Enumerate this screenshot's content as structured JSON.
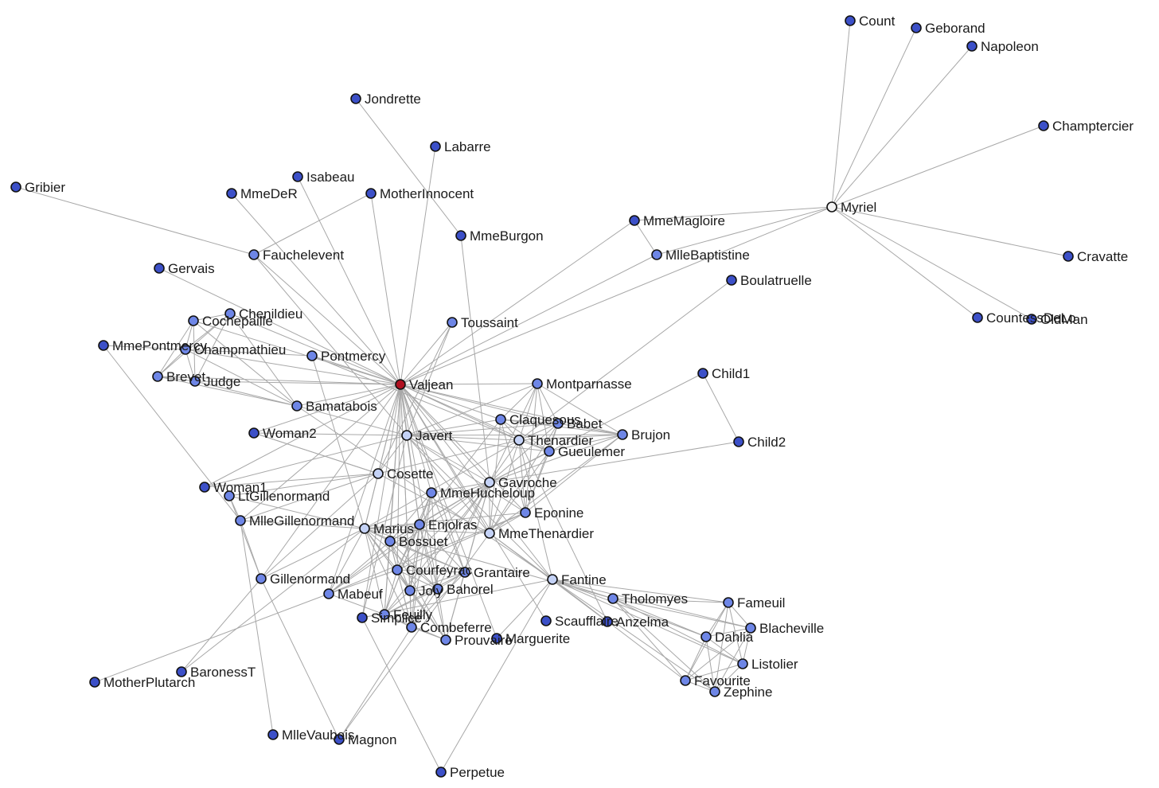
{
  "colors": {
    "dark": "#3c50c8",
    "medium": "#6e86e6",
    "light": "#c4d2f6",
    "pale": "#f2f2f2",
    "hub": "#b01020",
    "edge": "#a8a8a8"
  },
  "nodes": [
    {
      "id": "Count",
      "color": "dark"
    },
    {
      "id": "Geborand",
      "color": "dark"
    },
    {
      "id": "Napoleon",
      "color": "dark"
    },
    {
      "id": "Champtercier",
      "color": "dark"
    },
    {
      "id": "Cravatte",
      "color": "dark"
    },
    {
      "id": "CountessDeLo",
      "color": "dark"
    },
    {
      "id": "OldMan",
      "color": "dark"
    },
    {
      "id": "Myriel",
      "color": "pale"
    },
    {
      "id": "MmeMagloire",
      "color": "dark"
    },
    {
      "id": "MlleBaptistine",
      "color": "medium"
    },
    {
      "id": "Boulatruelle",
      "color": "dark"
    },
    {
      "id": "Child1",
      "color": "dark"
    },
    {
      "id": "Child2",
      "color": "dark"
    },
    {
      "id": "Jondrette",
      "color": "dark"
    },
    {
      "id": "Labarre",
      "color": "dark"
    },
    {
      "id": "Isabeau",
      "color": "dark"
    },
    {
      "id": "MmeDeR",
      "color": "dark"
    },
    {
      "id": "MotherInnocent",
      "color": "dark"
    },
    {
      "id": "MmeBurgon",
      "color": "dark"
    },
    {
      "id": "Gribier",
      "color": "dark"
    },
    {
      "id": "Fauchelevent",
      "color": "medium"
    },
    {
      "id": "Gervais",
      "color": "dark"
    },
    {
      "id": "Chenildieu",
      "color": "medium"
    },
    {
      "id": "Cochepaille",
      "color": "medium"
    },
    {
      "id": "MmePontmercy",
      "color": "dark"
    },
    {
      "id": "Champmathieu",
      "color": "medium"
    },
    {
      "id": "Brevet",
      "color": "medium"
    },
    {
      "id": "Judge",
      "color": "medium"
    },
    {
      "id": "Pontmercy",
      "color": "medium"
    },
    {
      "id": "Toussaint",
      "color": "medium"
    },
    {
      "id": "Valjean",
      "color": "hub"
    },
    {
      "id": "Bamatabois",
      "color": "medium"
    },
    {
      "id": "Woman2",
      "color": "dark"
    },
    {
      "id": "Javert",
      "color": "light"
    },
    {
      "id": "Montparnasse",
      "color": "medium"
    },
    {
      "id": "Claquesous",
      "color": "medium"
    },
    {
      "id": "Babet",
      "color": "medium"
    },
    {
      "id": "Thenardier",
      "color": "light"
    },
    {
      "id": "Brujon",
      "color": "medium"
    },
    {
      "id": "Gueulemer",
      "color": "medium"
    },
    {
      "id": "Cosette",
      "color": "light"
    },
    {
      "id": "Gavroche",
      "color": "light"
    },
    {
      "id": "Woman1",
      "color": "dark"
    },
    {
      "id": "LtGillenormand",
      "color": "medium"
    },
    {
      "id": "MmeHucheloup",
      "color": "medium"
    },
    {
      "id": "Eponine",
      "color": "medium"
    },
    {
      "id": "MlleGillenormand",
      "color": "medium"
    },
    {
      "id": "Marius",
      "color": "light"
    },
    {
      "id": "Enjolras",
      "color": "medium"
    },
    {
      "id": "MmeThenardier",
      "color": "light"
    },
    {
      "id": "Bossuet",
      "color": "medium"
    },
    {
      "id": "Courfeyrac",
      "color": "medium"
    },
    {
      "id": "Grantaire",
      "color": "medium"
    },
    {
      "id": "Fantine",
      "color": "light"
    },
    {
      "id": "Gillenormand",
      "color": "medium"
    },
    {
      "id": "Mabeuf",
      "color": "medium"
    },
    {
      "id": "Joly",
      "color": "medium"
    },
    {
      "id": "Bahorel",
      "color": "medium"
    },
    {
      "id": "Tholomyes",
      "color": "medium"
    },
    {
      "id": "Fameuil",
      "color": "medium"
    },
    {
      "id": "Simplice",
      "color": "dark"
    },
    {
      "id": "Feuilly",
      "color": "medium"
    },
    {
      "id": "Combeferre",
      "color": "medium"
    },
    {
      "id": "Scaufflaire",
      "color": "dark"
    },
    {
      "id": "Anzelma",
      "color": "dark"
    },
    {
      "id": "Blacheville",
      "color": "medium"
    },
    {
      "id": "Prouvaire",
      "color": "medium"
    },
    {
      "id": "Marguerite",
      "color": "dark"
    },
    {
      "id": "Dahlia",
      "color": "medium"
    },
    {
      "id": "Listolier",
      "color": "medium"
    },
    {
      "id": "Favourite",
      "color": "medium"
    },
    {
      "id": "Zephine",
      "color": "medium"
    },
    {
      "id": "BaronessT",
      "color": "dark"
    },
    {
      "id": "MotherPlutarch",
      "color": "dark"
    },
    {
      "id": "MlleVaubois",
      "color": "dark"
    },
    {
      "id": "Magnon",
      "color": "dark"
    },
    {
      "id": "Perpetue",
      "color": "dark"
    }
  ],
  "edges": [
    [
      "Myriel",
      "Count"
    ],
    [
      "Myriel",
      "Geborand"
    ],
    [
      "Myriel",
      "Napoleon"
    ],
    [
      "Myriel",
      "Champtercier"
    ],
    [
      "Myriel",
      "Cravatte"
    ],
    [
      "Myriel",
      "CountessDeLo"
    ],
    [
      "Myriel",
      "OldMan"
    ],
    [
      "Myriel",
      "MmeMagloire"
    ],
    [
      "Myriel",
      "MlleBaptistine"
    ],
    [
      "Myriel",
      "Valjean"
    ],
    [
      "MmeMagloire",
      "MlleBaptistine"
    ],
    [
      "MmeMagloire",
      "Valjean"
    ],
    [
      "MlleBaptistine",
      "Valjean"
    ],
    [
      "Boulatruelle",
      "Thenardier"
    ],
    [
      "Child1",
      "Child2"
    ],
    [
      "Child1",
      "Gavroche"
    ],
    [
      "Child2",
      "Gavroche"
    ],
    [
      "Jondrette",
      "MmeBurgon"
    ],
    [
      "MmeBurgon",
      "Gavroche"
    ],
    [
      "Labarre",
      "Valjean"
    ],
    [
      "Isabeau",
      "Valjean"
    ],
    [
      "MmeDeR",
      "Valjean"
    ],
    [
      "MotherInnocent",
      "Valjean"
    ],
    [
      "MotherInnocent",
      "Fauchelevent"
    ],
    [
      "Gribier",
      "Fauchelevent"
    ],
    [
      "Fauchelevent",
      "Valjean"
    ],
    [
      "Fauchelevent",
      "Javert"
    ],
    [
      "Gervais",
      "Valjean"
    ],
    [
      "Valjean",
      "Chenildieu"
    ],
    [
      "Valjean",
      "Cochepaille"
    ],
    [
      "Valjean",
      "Champmathieu"
    ],
    [
      "Valjean",
      "Brevet"
    ],
    [
      "Valjean",
      "Judge"
    ],
    [
      "Valjean",
      "Bamatabois"
    ],
    [
      "Valjean",
      "Woman2"
    ],
    [
      "Valjean",
      "Woman1"
    ],
    [
      "Valjean",
      "Toussaint"
    ],
    [
      "Valjean",
      "Javert"
    ],
    [
      "Valjean",
      "Thenardier"
    ],
    [
      "Valjean",
      "MmeThenardier"
    ],
    [
      "Valjean",
      "Cosette"
    ],
    [
      "Valjean",
      "Marius"
    ],
    [
      "Valjean",
      "Fantine"
    ],
    [
      "Valjean",
      "Gavroche"
    ],
    [
      "Valjean",
      "Simplice"
    ],
    [
      "Valjean",
      "Scaufflaire"
    ],
    [
      "Valjean",
      "Gillenormand"
    ],
    [
      "Valjean",
      "MlleGillenormand"
    ],
    [
      "Valjean",
      "Enjolras"
    ],
    [
      "Valjean",
      "Montparnasse"
    ],
    [
      "Valjean",
      "Claquesous"
    ],
    [
      "Valjean",
      "Babet"
    ],
    [
      "Valjean",
      "Gueulemer"
    ],
    [
      "Valjean",
      "Brujon"
    ],
    [
      "Valjean",
      "Eponine"
    ],
    [
      "Valjean",
      "Mabeuf"
    ],
    [
      "Valjean",
      "Bossuet"
    ],
    [
      "Valjean",
      "Courfeyrac"
    ],
    [
      "Valjean",
      "Joly"
    ],
    [
      "Valjean",
      "Combeferre"
    ],
    [
      "Valjean",
      "Feuilly"
    ],
    [
      "Valjean",
      "Bahorel"
    ],
    [
      "Valjean",
      "Grantaire"
    ],
    [
      "Valjean",
      "MmeHucheloup"
    ],
    [
      "Valjean",
      "Pontmercy"
    ],
    [
      "Valjean",
      "Marguerite"
    ],
    [
      "Chenildieu",
      "Cochepaille"
    ],
    [
      "Chenildieu",
      "Champmathieu"
    ],
    [
      "Chenildieu",
      "Brevet"
    ],
    [
      "Chenildieu",
      "Judge"
    ],
    [
      "Chenildieu",
      "Bamatabois"
    ],
    [
      "Cochepaille",
      "Champmathieu"
    ],
    [
      "Cochepaille",
      "Brevet"
    ],
    [
      "Cochepaille",
      "Judge"
    ],
    [
      "Cochepaille",
      "Bamatabois"
    ],
    [
      "Champmathieu",
      "Brevet"
    ],
    [
      "Champmathieu",
      "Judge"
    ],
    [
      "Champmathieu",
      "Bamatabois"
    ],
    [
      "Brevet",
      "Judge"
    ],
    [
      "Brevet",
      "Bamatabois"
    ],
    [
      "Judge",
      "Bamatabois"
    ],
    [
      "Bamatabois",
      "Javert"
    ],
    [
      "Bamatabois",
      "Fantine"
    ],
    [
      "MmePontmercy",
      "Pontmercy"
    ],
    [
      "Pontmercy",
      "Marius"
    ],
    [
      "Pontmercy",
      "Thenardier"
    ],
    [
      "Toussaint",
      "Javert"
    ],
    [
      "Toussaint",
      "Cosette"
    ],
    [
      "Woman2",
      "Javert"
    ],
    [
      "Woman2",
      "Cosette"
    ],
    [
      "Woman1",
      "Javert"
    ],
    [
      "Javert",
      "Thenardier"
    ],
    [
      "Javert",
      "MmeThenardier"
    ],
    [
      "Javert",
      "Fantine"
    ],
    [
      "Javert",
      "Cosette"
    ],
    [
      "Javert",
      "Gavroche"
    ],
    [
      "Javert",
      "Enjolras"
    ],
    [
      "Javert",
      "Montparnasse"
    ],
    [
      "Javert",
      "Claquesous"
    ],
    [
      "Javert",
      "Babet"
    ],
    [
      "Javert",
      "Gueulemer"
    ],
    [
      "Javert",
      "Brujon"
    ],
    [
      "Javert",
      "Eponine"
    ],
    [
      "Javert",
      "Simplice"
    ],
    [
      "Montparnasse",
      "Thenardier"
    ],
    [
      "Montparnasse",
      "Babet"
    ],
    [
      "Montparnasse",
      "Gueulemer"
    ],
    [
      "Montparnasse",
      "Claquesous"
    ],
    [
      "Montparnasse",
      "Brujon"
    ],
    [
      "Montparnasse",
      "Eponine"
    ],
    [
      "Montparnasse",
      "Gavroche"
    ],
    [
      "Claquesous",
      "Babet"
    ],
    [
      "Claquesous",
      "Gueulemer"
    ],
    [
      "Claquesous",
      "Thenardier"
    ],
    [
      "Claquesous",
      "Brujon"
    ],
    [
      "Claquesous",
      "Eponine"
    ],
    [
      "Claquesous",
      "Enjolras"
    ],
    [
      "Claquesous",
      "MmeThenardier"
    ],
    [
      "Babet",
      "Thenardier"
    ],
    [
      "Babet",
      "Gueulemer"
    ],
    [
      "Babet",
      "Brujon"
    ],
    [
      "Babet",
      "Eponine"
    ],
    [
      "Babet",
      "Gavroche"
    ],
    [
      "Babet",
      "MmeThenardier"
    ],
    [
      "Thenardier",
      "Gueulemer"
    ],
    [
      "Thenardier",
      "Brujon"
    ],
    [
      "Thenardier",
      "MmeThenardier"
    ],
    [
      "Thenardier",
      "Cosette"
    ],
    [
      "Thenardier",
      "Fantine"
    ],
    [
      "Thenardier",
      "Marius"
    ],
    [
      "Thenardier",
      "Eponine"
    ],
    [
      "Thenardier",
      "Gavroche"
    ],
    [
      "Thenardier",
      "Anzelma"
    ],
    [
      "Brujon",
      "Gueulemer"
    ],
    [
      "Brujon",
      "Gavroche"
    ],
    [
      "Brujon",
      "Eponine"
    ],
    [
      "Brujon",
      "MmeThenardier"
    ],
    [
      "Gueulemer",
      "Gavroche"
    ],
    [
      "Gueulemer",
      "Eponine"
    ],
    [
      "Gueulemer",
      "MmeThenardier"
    ],
    [
      "Cosette",
      "Marius"
    ],
    [
      "Cosette",
      "MmeThenardier"
    ],
    [
      "Cosette",
      "Gillenormand"
    ],
    [
      "Cosette",
      "MlleGillenormand"
    ],
    [
      "Cosette",
      "LtGillenormand"
    ],
    [
      "Cosette",
      "Woman2"
    ],
    [
      "Gavroche",
      "Marius"
    ],
    [
      "Gavroche",
      "Enjolras"
    ],
    [
      "Gavroche",
      "Bossuet"
    ],
    [
      "Gavroche",
      "Courfeyrac"
    ],
    [
      "Gavroche",
      "Joly"
    ],
    [
      "Gavroche",
      "Combeferre"
    ],
    [
      "Gavroche",
      "Feuilly"
    ],
    [
      "Gavroche",
      "Bahorel"
    ],
    [
      "Gavroche",
      "Grantaire"
    ],
    [
      "Gavroche",
      "Prouvaire"
    ],
    [
      "Gavroche",
      "Mabeuf"
    ],
    [
      "Gavroche",
      "MmeHucheloup"
    ],
    [
      "Gavroche",
      "MmeThenardier"
    ],
    [
      "Woman1",
      "Cosette"
    ],
    [
      "LtGillenormand",
      "Gillenormand"
    ],
    [
      "LtGillenormand",
      "MlleGillenormand"
    ],
    [
      "LtGillenormand",
      "Marius"
    ],
    [
      "MmeHucheloup",
      "Enjolras"
    ],
    [
      "MmeHucheloup",
      "Bossuet"
    ],
    [
      "MmeHucheloup",
      "Courfeyrac"
    ],
    [
      "MmeHucheloup",
      "Joly"
    ],
    [
      "MmeHucheloup",
      "Combeferre"
    ],
    [
      "MmeHucheloup",
      "Feuilly"
    ],
    [
      "MmeHucheloup",
      "Bahorel"
    ],
    [
      "MmeHucheloup",
      "Grantaire"
    ],
    [
      "Eponine",
      "Marius"
    ],
    [
      "Eponine",
      "MmeThenardier"
    ],
    [
      "Eponine",
      "Mabeuf"
    ],
    [
      "Eponine",
      "Courfeyrac"
    ],
    [
      "MlleGillenormand",
      "Gillenormand"
    ],
    [
      "MlleGillenormand",
      "Marius"
    ],
    [
      "MlleGillenormand",
      "MlleVaubois"
    ],
    [
      "MlleGillenormand",
      "MmePontmercy"
    ],
    [
      "Marius",
      "Enjolras"
    ],
    [
      "Marius",
      "Bossuet"
    ],
    [
      "Marius",
      "Courfeyrac"
    ],
    [
      "Marius",
      "Joly"
    ],
    [
      "Marius",
      "Combeferre"
    ],
    [
      "Marius",
      "Feuilly"
    ],
    [
      "Marius",
      "Bahorel"
    ],
    [
      "Marius",
      "Grantaire"
    ],
    [
      "Marius",
      "Prouvaire"
    ],
    [
      "Marius",
      "Mabeuf"
    ],
    [
      "Marius",
      "Gillenormand"
    ],
    [
      "Marius",
      "Tholomyes"
    ],
    [
      "Marius",
      "BaronessT"
    ],
    [
      "Marius",
      "MmeThenardier"
    ],
    [
      "Enjolras",
      "Bossuet"
    ],
    [
      "Enjolras",
      "Courfeyrac"
    ],
    [
      "Enjolras",
      "Joly"
    ],
    [
      "Enjolras",
      "Combeferre"
    ],
    [
      "Enjolras",
      "Feuilly"
    ],
    [
      "Enjolras",
      "Bahorel"
    ],
    [
      "Enjolras",
      "Grantaire"
    ],
    [
      "Enjolras",
      "Prouvaire"
    ],
    [
      "Enjolras",
      "Mabeuf"
    ],
    [
      "MmeThenardier",
      "Fantine"
    ],
    [
      "MmeThenardier",
      "Magnon"
    ],
    [
      "MmeThenardier",
      "Anzelma"
    ],
    [
      "Bossuet",
      "Courfeyrac"
    ],
    [
      "Bossuet",
      "Joly"
    ],
    [
      "Bossuet",
      "Combeferre"
    ],
    [
      "Bossuet",
      "Feuilly"
    ],
    [
      "Bossuet",
      "Bahorel"
    ],
    [
      "Bossuet",
      "Grantaire"
    ],
    [
      "Bossuet",
      "Prouvaire"
    ],
    [
      "Bossuet",
      "Mabeuf"
    ],
    [
      "Courfeyrac",
      "Joly"
    ],
    [
      "Courfeyrac",
      "Combeferre"
    ],
    [
      "Courfeyrac",
      "Feuilly"
    ],
    [
      "Courfeyrac",
      "Bahorel"
    ],
    [
      "Courfeyrac",
      "Grantaire"
    ],
    [
      "Courfeyrac",
      "Prouvaire"
    ],
    [
      "Courfeyrac",
      "Mabeuf"
    ],
    [
      "Grantaire",
      "Joly"
    ],
    [
      "Grantaire",
      "Combeferre"
    ],
    [
      "Grantaire",
      "Feuilly"
    ],
    [
      "Grantaire",
      "Bahorel"
    ],
    [
      "Grantaire",
      "Prouvaire"
    ],
    [
      "Fantine",
      "Tholomyes"
    ],
    [
      "Fantine",
      "Fameuil"
    ],
    [
      "Fantine",
      "Blacheville"
    ],
    [
      "Fantine",
      "Dahlia"
    ],
    [
      "Fantine",
      "Listolier"
    ],
    [
      "Fantine",
      "Favourite"
    ],
    [
      "Fantine",
      "Zephine"
    ],
    [
      "Fantine",
      "Marguerite"
    ],
    [
      "Fantine",
      "Perpetue"
    ],
    [
      "Fantine",
      "Simplice"
    ],
    [
      "Gillenormand",
      "BaronessT"
    ],
    [
      "Gillenormand",
      "Magnon"
    ],
    [
      "Mabeuf",
      "Feuilly"
    ],
    [
      "Mabeuf",
      "MotherPlutarch"
    ],
    [
      "Joly",
      "Combeferre"
    ],
    [
      "Joly",
      "Feuilly"
    ],
    [
      "Joly",
      "Bahorel"
    ],
    [
      "Bahorel",
      "Combeferre"
    ],
    [
      "Bahorel",
      "Feuilly"
    ],
    [
      "Bahorel",
      "Prouvaire"
    ],
    [
      "Tholomyes",
      "Fameuil"
    ],
    [
      "Tholomyes",
      "Blacheville"
    ],
    [
      "Tholomyes",
      "Listolier"
    ],
    [
      "Tholomyes",
      "Favourite"
    ],
    [
      "Tholomyes",
      "Dahlia"
    ],
    [
      "Tholomyes",
      "Zephine"
    ],
    [
      "Fameuil",
      "Blacheville"
    ],
    [
      "Fameuil",
      "Listolier"
    ],
    [
      "Fameuil",
      "Favourite"
    ],
    [
      "Fameuil",
      "Dahlia"
    ],
    [
      "Fameuil",
      "Zephine"
    ],
    [
      "Blacheville",
      "Listolier"
    ],
    [
      "Blacheville",
      "Favourite"
    ],
    [
      "Blacheville",
      "Dahlia"
    ],
    [
      "Blacheville",
      "Zephine"
    ],
    [
      "Listolier",
      "Favourite"
    ],
    [
      "Listolier",
      "Dahlia"
    ],
    [
      "Listolier",
      "Zephine"
    ],
    [
      "Favourite",
      "Dahlia"
    ],
    [
      "Favourite",
      "Zephine"
    ],
    [
      "Dahlia",
      "Zephine"
    ],
    [
      "Combeferre",
      "Feuilly"
    ],
    [
      "Combeferre",
      "Prouvaire"
    ],
    [
      "Combeferre",
      "Magnon"
    ],
    [
      "Feuilly",
      "Prouvaire"
    ],
    [
      "Simplice",
      "Perpetue"
    ]
  ]
}
